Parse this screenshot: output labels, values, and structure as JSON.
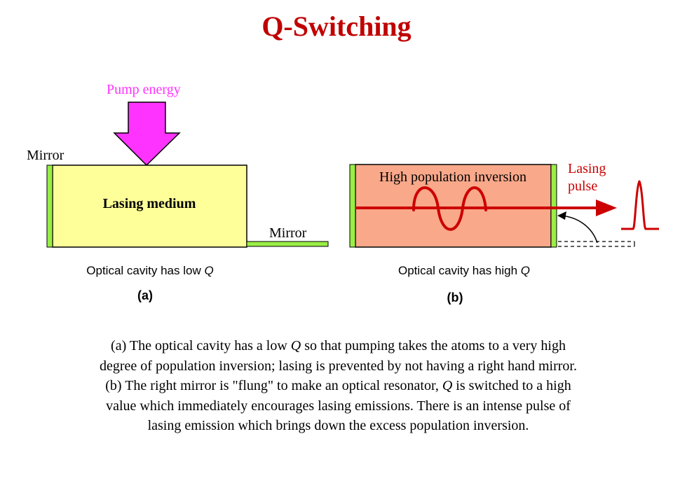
{
  "title": "Q-Switching",
  "panel_a": {
    "pump_label": "Pump energy",
    "mirror_left_label": "Mirror",
    "medium_label": "Lasing medium",
    "mirror_right_label": "Mirror",
    "cavity_label_prefix": "Optical cavity has low ",
    "cavity_label_q": "Q",
    "panel_label": "(a)"
  },
  "panel_b": {
    "inversion_label": "High population inversion",
    "pulse_label_line1": "Lasing",
    "pulse_label_line2": "pulse",
    "cavity_label_prefix": "Optical cavity has high ",
    "cavity_label_q": "Q",
    "panel_label": "(b)"
  },
  "caption": {
    "line1_pre": "(a) The optical cavity has a low ",
    "line1_q": "Q",
    "line1_post": " so that pumping takes the atoms to a very high",
    "line2": "degree of population inversion; lasing is prevented by not having a right hand mirror.",
    "line3_pre": "(b) The right mirror is \"flung\" to make an optical resonator, ",
    "line3_q": "Q",
    "line3_post": " is switched to a high",
    "line4": "value which immediately encourages lasing emissions. There is an intense pulse of",
    "line5": "lasing emission which brings down the excess population inversion."
  },
  "colors": {
    "title": "#c00000",
    "pump": "#ff33ff",
    "medium_low_q": "#ffff99",
    "medium_high_q": "#f9a88a",
    "mirror": "#99ee44",
    "beam": "#cc0000"
  }
}
